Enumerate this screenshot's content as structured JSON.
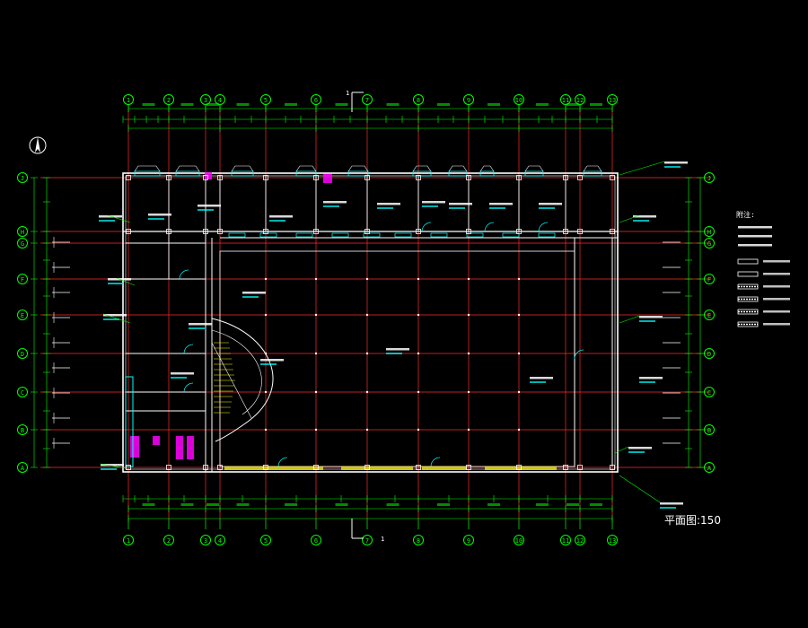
{
  "drawing": {
    "title": "平面图:150",
    "top_section_mark": "1",
    "bottom_section_mark": "1",
    "north_arrow": "north-arrow-icon"
  },
  "grid": {
    "columns": [
      "1",
      "2",
      "3",
      "4",
      "5",
      "6",
      "7",
      "8",
      "9",
      "10",
      "11",
      "12",
      "13"
    ],
    "rows": [
      "J",
      "H",
      "G",
      "F",
      "E",
      "D",
      "C",
      "B",
      "A"
    ]
  },
  "legend": {
    "notes_title": "附注:",
    "notes": [],
    "items": [
      "item-1",
      "item-2",
      "item-3",
      "item-4",
      "item-5",
      "item-6"
    ]
  },
  "colors": {
    "background": "#000000",
    "grid_line": "#ff2a2a",
    "dimension": "#00ff00",
    "wall": "#ffffff",
    "annotation": "#00ffff",
    "text": "#ffffff",
    "highlight": "#ff00ff",
    "window": "#ffff00"
  }
}
